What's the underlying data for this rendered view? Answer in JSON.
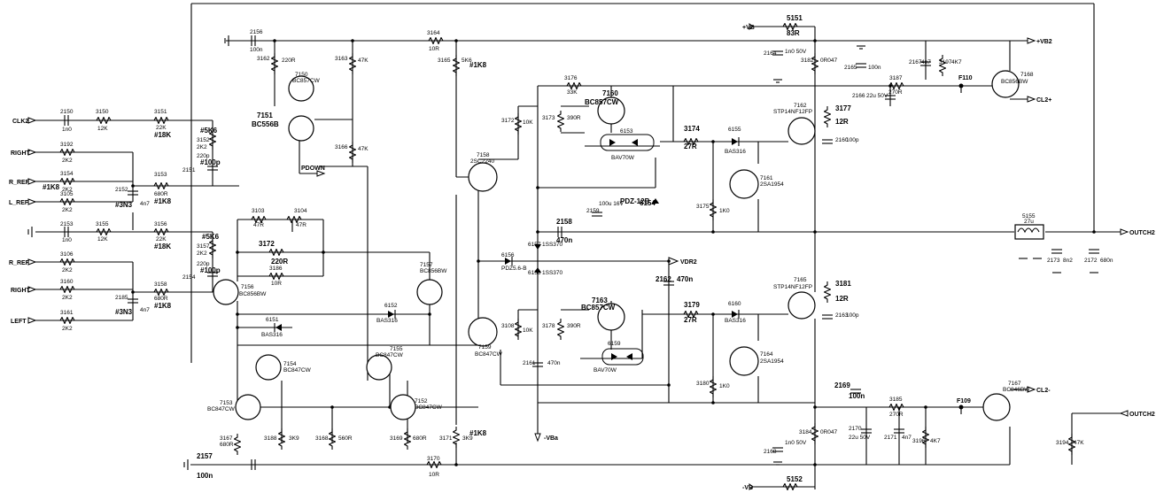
{
  "nets": {
    "clk2": "CLK2",
    "right1": "RIGHT",
    "r_ref1": "R_REF",
    "l_ref1": "L_REF",
    "r_ref2": "R_REF",
    "right2": "RIGHT",
    "left2": "LEFT",
    "pdown": "PDOWN",
    "vb_pos": "+VB",
    "vb2_pos": "+VB2",
    "cl2_pos": "CL2+",
    "cl2_neg": "CL2-",
    "outch2_out": "OUTCH2",
    "outch2_in": "OUTCH2",
    "vdr2": "VDR2",
    "vba_neg": "-VBa",
    "vb_neg": "-VB",
    "f110": "F110",
    "f109": "F109"
  },
  "parts": {
    "c2156": "2156",
    "c2156v": "100n",
    "r3164": "3164",
    "r3164v": "10R",
    "c2150": "2150",
    "c2150v": "1n0",
    "r3150": "3150",
    "r3150v": "12K",
    "r3151": "3151",
    "r3151v": "22K",
    "r3151n": "#18K",
    "r3152": "3152",
    "r3152v": "2K2",
    "r3152n": "#5K6",
    "c2151": "2151",
    "c2151v": "220p",
    "c2151n": "#100p",
    "r3192": "3192",
    "r3192v": "2K2",
    "r3154": "3154",
    "r3154v": "2K2",
    "r3154n": "#1K8",
    "r3105": "3105",
    "r3105v": "2K2",
    "r3153": "3153",
    "r3153v": "680R",
    "r3153n": "#1K8",
    "c2152": "2152",
    "c2152v": "4n7",
    "c2152n": "#3N3",
    "r3162": "3162",
    "r3162v": "220R",
    "q7150": "7150",
    "q7150t": "BC857CW",
    "r3163": "3163",
    "r3163v": "47K",
    "q7151": "7151",
    "q7151t": "BC556B",
    "r3166": "3166",
    "r3166v": "47K",
    "r3165": "3165",
    "r3165v": "5K6",
    "r3165n": "#1K8",
    "r3176": "3176",
    "r3176v": "33K",
    "q7160": "7160",
    "q7160t": "BC857CW",
    "r3173": "3173",
    "r3173v": "390R",
    "d6153": "6153",
    "d6153t": "BAV70W",
    "r3172b": "3172",
    "r3172bv": "10K",
    "q7158": "7158",
    "q7158t": "2SC2240",
    "r3174": "3174",
    "r3174v": "27R",
    "d6155": "6155",
    "d6155t": "BAS316",
    "q7162": "7162",
    "q7162t": "STP14NF12FP",
    "r3177": "3177",
    "r3177v": "12R",
    "c2160": "2160",
    "c2160v": "100p",
    "q7161": "7161",
    "q7161t": "2SA1954",
    "r3175": "3175",
    "r3175v": "1K0",
    "c2159": "2159",
    "c2159v": "100u 16V",
    "z6154": "6154",
    "z6154t": "PDZ-12B",
    "c2158": "2158",
    "c2158v": "470n",
    "l5155": "5155",
    "l5155v": "27u",
    "c2173": "2173",
    "c2173v": "8n2",
    "c2172": "2172",
    "c2172v": "680n",
    "r5151": "5151",
    "r5151v": "83R",
    "c2164": "2164",
    "c2164v": "1n0 50V",
    "r3182": "3182",
    "r3182v": "0R047",
    "c2165": "2165",
    "c2165v": "100n",
    "c2166": "2166",
    "c2166v": "22u 50V",
    "c2167": "2167",
    "c2167v": "4n7",
    "r3187": "3187",
    "r3187v": "270R",
    "r3197": "3197",
    "r3197v": "4K7",
    "q7168": "7168",
    "q7168t": "BC856BW",
    "c2153": "2153",
    "c2153v": "1n0",
    "r3155": "3155",
    "r3155v": "12K",
    "r3156": "3156",
    "r3156v": "22K",
    "r3156n": "#18K",
    "r3157": "3157",
    "r3157v": "2K2",
    "r3157n": "#5K6",
    "c2154": "2154",
    "c2154v": "220p",
    "c2154n": "#100p",
    "r3106": "3106",
    "r3106v": "2K2",
    "r3160": "3160",
    "r3160v": "2K2",
    "r3161": "3161",
    "r3161v": "2K2",
    "r3158": "3158",
    "r3158v": "680R",
    "r3158n": "#1K8",
    "c2185": "2185",
    "c2185v": "4n7",
    "c2185n": "#3N3",
    "r3103": "3103",
    "r3103v": "47R",
    "r3104": "3104",
    "r3104v": "47R",
    "p3172": "3172",
    "p3172v": "220R",
    "r3186": "3186",
    "r3186v": "10R",
    "q7156": "7156",
    "q7156t": "BC856BW",
    "q7157": "7157",
    "q7157t": "BC856BW",
    "d6152": "6152",
    "d6152t": "BAS316",
    "d6151": "6151",
    "d6151t": "BAS316",
    "q7154": "7154",
    "q7154t": "BC847CW",
    "q7155": "7155",
    "q7155t": "BC847CW",
    "q7153": "7153",
    "q7153t": "BC847CW",
    "q7152": "7152",
    "q7152t": "BC847CW",
    "r3167": "3167",
    "r3167v": "680R",
    "r3188": "3188",
    "r3188v": "3K9",
    "r3168": "3168",
    "r3168v": "560R",
    "r3169": "3169",
    "r3169v": "680R",
    "r3171": "3171",
    "r3171v": "3K9",
    "r3171n": "#1K8",
    "d6156": "6156",
    "d6156t": "PDZ5.6-B",
    "d6157": "6157",
    "d6157t": "1SS370",
    "d6158": "6158",
    "d6158t": "1SS370",
    "q7159": "7159",
    "q7159t": "BC847CW",
    "r3178": "3178",
    "r3178v": "390R",
    "q7163": "7163",
    "q7163t": "BC857CW",
    "r3108": "3108",
    "r3108v": "10K",
    "d6159": "6159",
    "d6159t": "BAV70W",
    "c2161": "2161",
    "c2161v": "470n",
    "c2162": "2162",
    "c2162v": "470n",
    "r3179": "3179",
    "r3179v": "27R",
    "d6160": "6160",
    "d6160t": "BAS316",
    "q7165": "7165",
    "q7165t": "STP14NF12FP",
    "r3181": "3181",
    "r3181v": "12R",
    "c2163": "2163",
    "c2163v": "100p",
    "q7164": "7164",
    "q7164t": "2SA1954",
    "r3180": "3180",
    "r3180v": "1K0",
    "c2169": "2169",
    "c2169v": "100n",
    "r3185": "3185",
    "r3185v": "270R",
    "q7167": "7167",
    "q7167t": "BC846BW",
    "c2170": "2170",
    "c2170v": "22u 50V",
    "c2171": "2171",
    "c2171v": "4n7",
    "r3196": "3196",
    "r3196v": "4K7",
    "r3194": "3194",
    "r3194v": "47K",
    "c2168": "2168",
    "c2168v": "1n0 50V",
    "r3184": "3184",
    "r3184v": "0R047",
    "c2157": "2157",
    "c2157v": "100n",
    "r3170": "3170",
    "r3170v": "10R",
    "r5152": "5152"
  }
}
